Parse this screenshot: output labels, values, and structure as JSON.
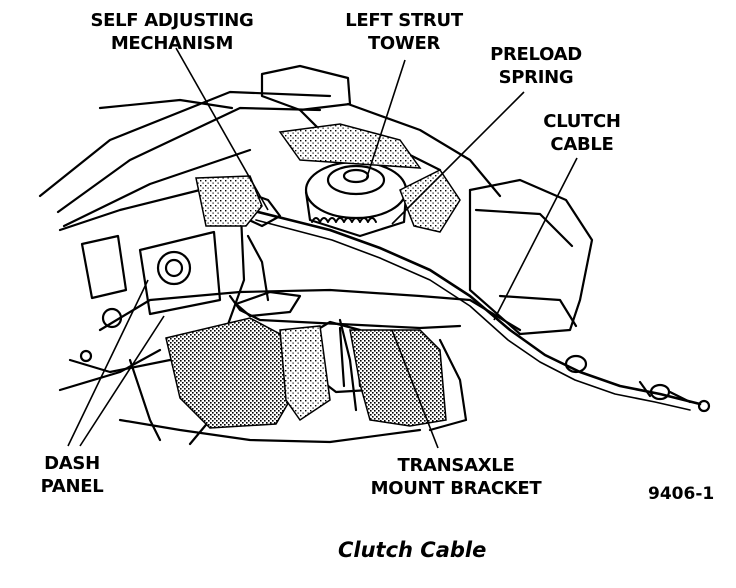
{
  "labels": {
    "self_adjusting": [
      "SELF ADJUSTING",
      "MECHANISM"
    ],
    "left_strut": [
      "LEFT STRUT",
      "TOWER"
    ],
    "preload": [
      "PRELOAD",
      "SPRING"
    ],
    "clutch_cable": [
      "CLUTCH",
      "CABLE"
    ],
    "dash_panel": [
      "DASH",
      "PANEL"
    ],
    "transaxle": [
      "TRANSAXLE",
      "MOUNT BRACKET"
    ]
  },
  "figure_number": "9406-1",
  "caption": "Clutch Cable"
}
